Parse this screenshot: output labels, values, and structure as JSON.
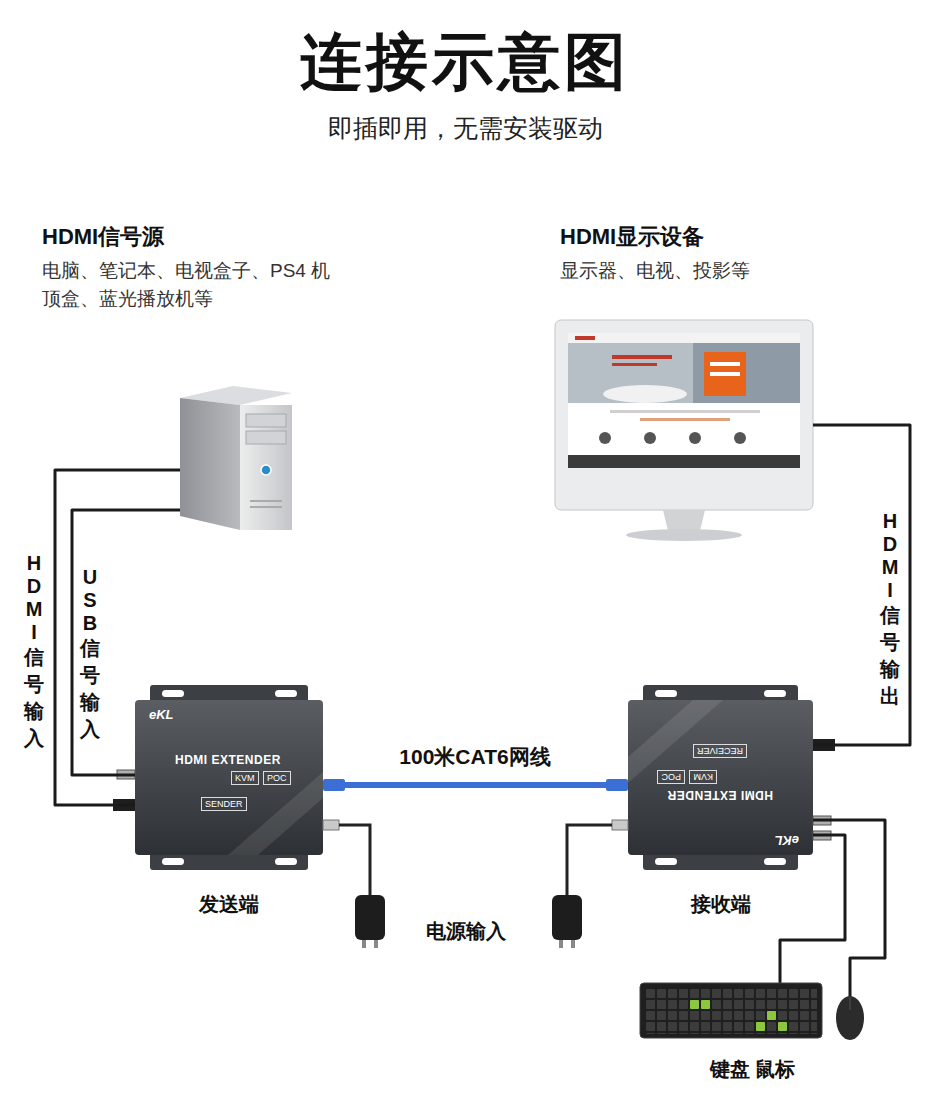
{
  "diagram": {
    "title": "连接示意图",
    "nodes": [
      {
        "text": [
          "HDMI信号源",
          "电脑、笔记本、电视盒子、PS4 机顶盒、蓝光播放机等"
        ]
      },
      {
        "text": [
          "HDMI显示设备",
          "显示器、电视、投影等"
        ]
      },
      {
        "text": [
          "eKL",
          "HDMI EXTENDER",
          "KVM",
          "POC",
          "SENDER",
          "发送端"
        ]
      },
      {
        "text": [
          "eKL",
          "HDMI EXTENDER",
          "KVM",
          "POC",
          "RECEIVER",
          "接收端"
        ]
      },
      {
        "text": [
          "键盘 鼠标"
        ]
      }
    ],
    "edges": [
      {
        "from": 0,
        "to": 2,
        "arrow": "none",
        "label": "HDMI信号输入"
      },
      {
        "from": 0,
        "to": 2,
        "arrow": "none",
        "label": "USB信号输入"
      },
      {
        "from": 2,
        "to": 3,
        "arrow": "none",
        "label": "100米CAT6网线"
      },
      {
        "from": 3,
        "to": 1,
        "arrow": "none",
        "label": "HDMI信号输出"
      },
      {
        "from": 3,
        "to": 4,
        "arrow": "none"
      },
      {
        "from": 3,
        "to": 4,
        "arrow": "none"
      }
    ],
    "labels": [
      "即插即用，无需安装驱动",
      "电源输入"
    ]
  }
}
